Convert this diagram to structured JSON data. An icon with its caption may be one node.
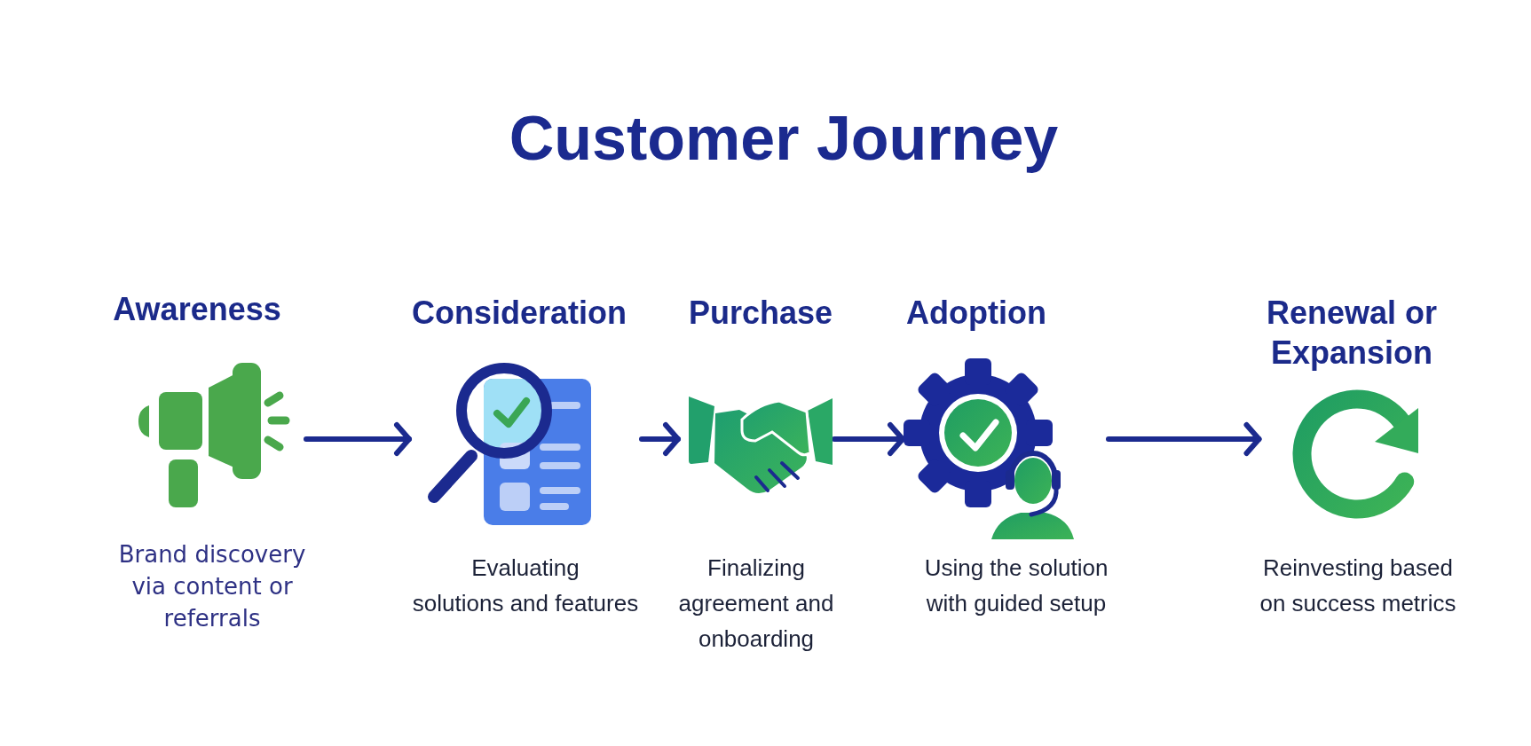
{
  "diagram": {
    "title": "Customer Journey",
    "nodes": [
      {
        "text": [
          "Awareness",
          "Brand discovery via content or referrals"
        ]
      },
      {
        "text": [
          "Consideration",
          "Evaluating solutions and features"
        ]
      },
      {
        "text": [
          "Purchase",
          "Finalizing agreement and onboarding"
        ]
      },
      {
        "text": [
          "Adoption",
          "Using the solution with guided setup"
        ]
      },
      {
        "text": [
          "Renewal or Expansion",
          "Reinvesting based on success metrics"
        ]
      }
    ],
    "edges": [
      {
        "from": 0,
        "to": 1,
        "arrow": "to"
      },
      {
        "from": 1,
        "to": 2,
        "arrow": "to"
      },
      {
        "from": 2,
        "to": 3,
        "arrow": "to"
      },
      {
        "from": 3,
        "to": 4,
        "arrow": "to"
      }
    ]
  }
}
